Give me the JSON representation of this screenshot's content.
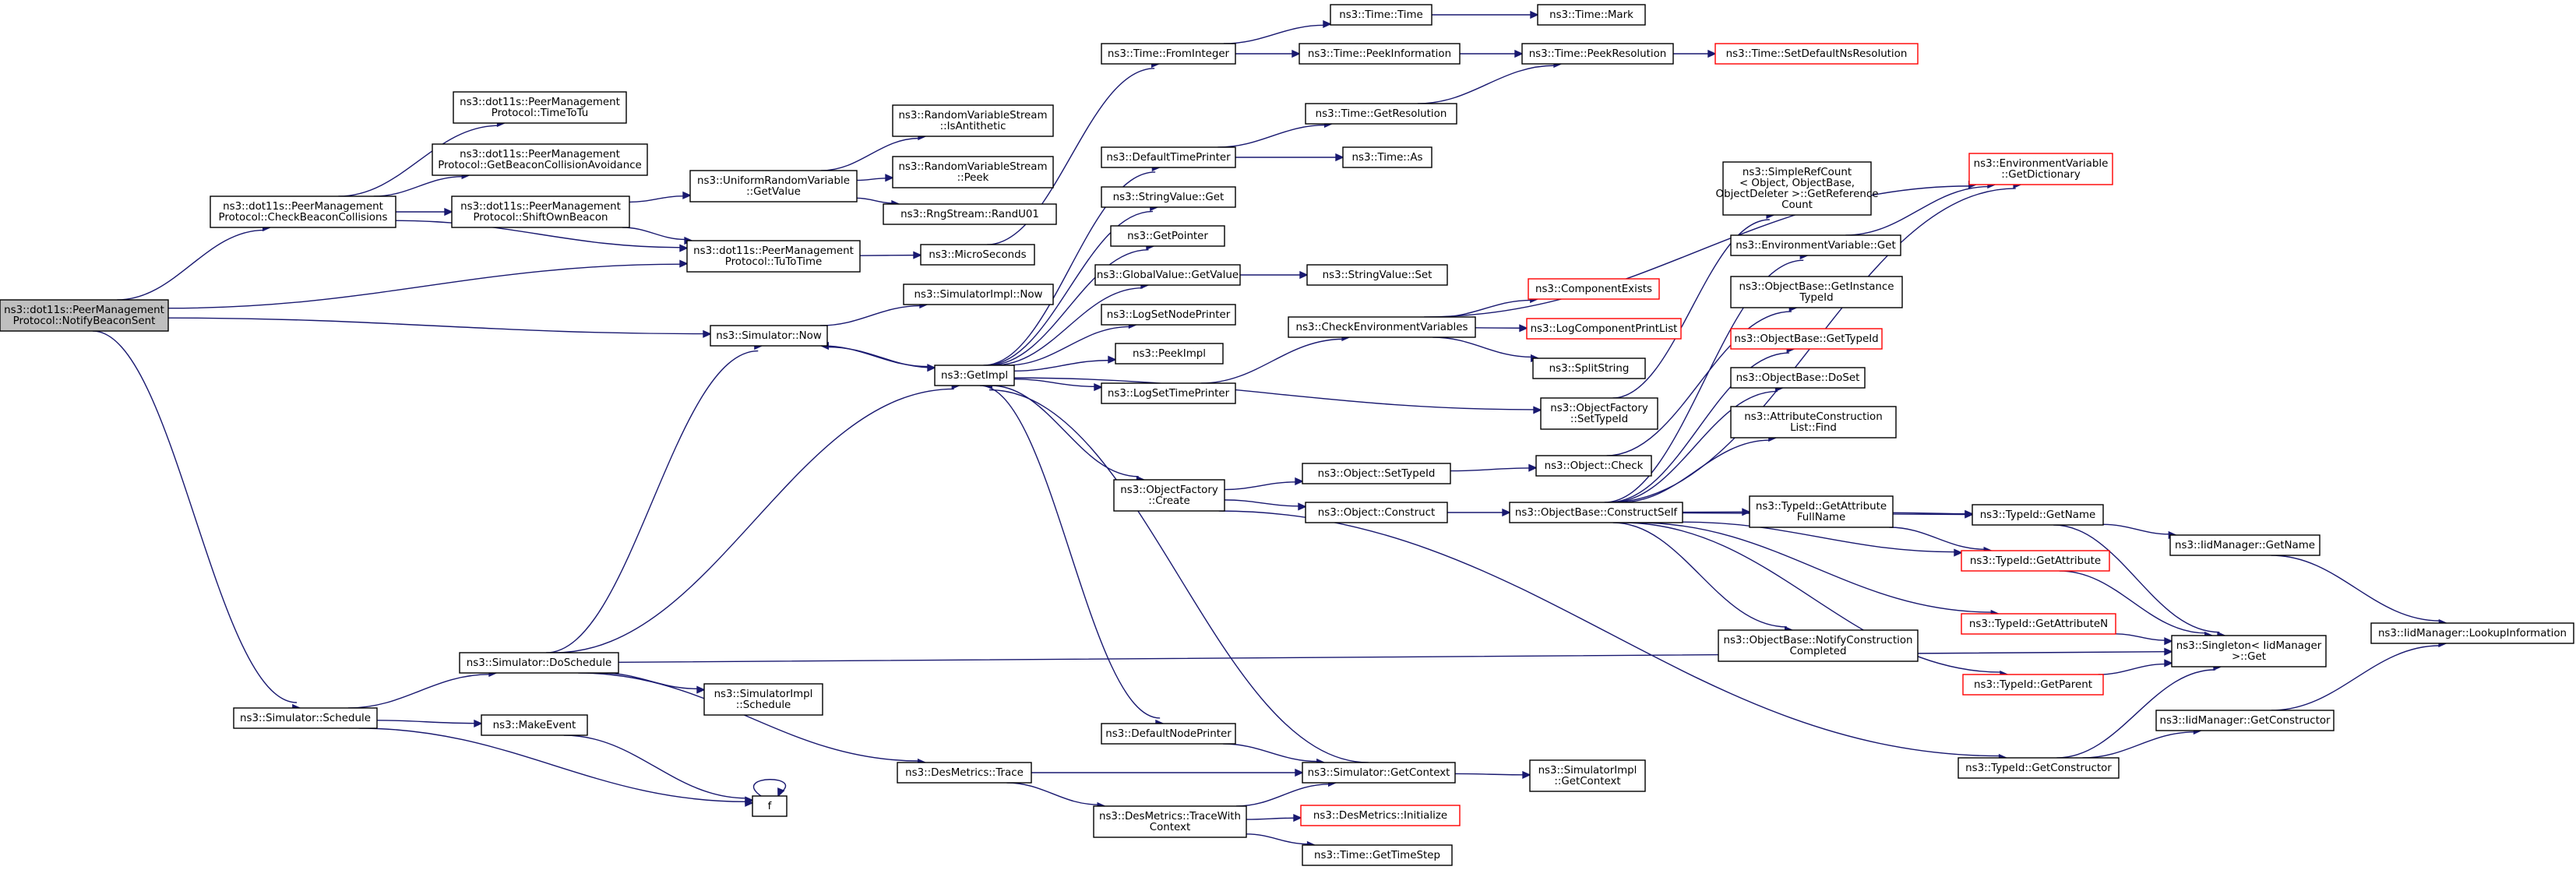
{
  "colors": {
    "node_border": "#000000",
    "node_fill": "#ffffff",
    "root_fill": "#bfbfbf",
    "truncated_border": "#ff0000",
    "edge": "#191970"
  },
  "nodes": [
    {
      "id": "root",
      "lines": [
        "ns3::dot11s::PeerManagement",
        "Protocol::NotifyBeaconSent"
      ],
      "root": true
    },
    {
      "id": "cbc",
      "lines": [
        "ns3::dot11s::PeerManagement",
        "Protocol::CheckBeaconCollisions"
      ]
    },
    {
      "id": "tottu",
      "lines": [
        "ns3::dot11s::PeerManagement",
        "Protocol::TimeToTu"
      ]
    },
    {
      "id": "gbca",
      "lines": [
        "ns3::dot11s::PeerManagement",
        "Protocol::GetBeaconCollisionAvoidance"
      ]
    },
    {
      "id": "sob",
      "lines": [
        "ns3::dot11s::PeerManagement",
        "Protocol::ShiftOwnBeacon"
      ]
    },
    {
      "id": "tutotime",
      "lines": [
        "ns3::dot11s::PeerManagement",
        "Protocol::TuToTime"
      ]
    },
    {
      "id": "urvgv",
      "lines": [
        "ns3::UniformRandomVariable",
        "::GetValue"
      ]
    },
    {
      "id": "isanti",
      "lines": [
        "ns3::RandomVariableStream",
        "::IsAntithetic"
      ]
    },
    {
      "id": "peek",
      "lines": [
        "ns3::RandomVariableStream",
        "::Peek"
      ]
    },
    {
      "id": "randu01",
      "lines": [
        "ns3::RngStream::RandU01"
      ]
    },
    {
      "id": "micro",
      "lines": [
        "ns3::MicroSeconds"
      ]
    },
    {
      "id": "simnow",
      "lines": [
        "ns3::Simulator::Now"
      ]
    },
    {
      "id": "siminow",
      "lines": [
        "ns3::SimulatorImpl::Now"
      ]
    },
    {
      "id": "getimpl",
      "lines": [
        "ns3::GetImpl"
      ]
    },
    {
      "id": "fromint",
      "lines": [
        "ns3::Time::FromInteger"
      ]
    },
    {
      "id": "timetime",
      "lines": [
        "ns3::Time::Time"
      ]
    },
    {
      "id": "timemark",
      "lines": [
        "ns3::Time::Mark"
      ]
    },
    {
      "id": "peekinfo",
      "lines": [
        "ns3::Time::PeekInformation"
      ]
    },
    {
      "id": "peekres",
      "lines": [
        "ns3::Time::PeekResolution"
      ]
    },
    {
      "id": "setdefres",
      "lines": [
        "ns3::Time::SetDefaultNsResolution"
      ],
      "truncated": true
    },
    {
      "id": "getres",
      "lines": [
        "ns3::Time::GetResolution"
      ]
    },
    {
      "id": "deftp",
      "lines": [
        "ns3::DefaultTimePrinter"
      ]
    },
    {
      "id": "timeas",
      "lines": [
        "ns3::Time::As"
      ]
    },
    {
      "id": "svget",
      "lines": [
        "ns3::StringValue::Get"
      ]
    },
    {
      "id": "getptr",
      "lines": [
        "ns3::GetPointer"
      ]
    },
    {
      "id": "gvgv",
      "lines": [
        "ns3::GlobalValue::GetValue"
      ]
    },
    {
      "id": "svset",
      "lines": [
        "ns3::StringValue::Set"
      ]
    },
    {
      "id": "lsnp",
      "lines": [
        "ns3::LogSetNodePrinter"
      ]
    },
    {
      "id": "peekimpl",
      "lines": [
        "ns3::PeekImpl"
      ]
    },
    {
      "id": "lstp",
      "lines": [
        "ns3::LogSetTimePrinter"
      ]
    },
    {
      "id": "cev",
      "lines": [
        "ns3::CheckEnvironmentVariables"
      ]
    },
    {
      "id": "compex",
      "lines": [
        "ns3::ComponentExists"
      ],
      "truncated": true
    },
    {
      "id": "logcpl",
      "lines": [
        "ns3::LogComponentPrintList"
      ],
      "truncated": true
    },
    {
      "id": "splitstr",
      "lines": [
        "ns3::SplitString"
      ]
    },
    {
      "id": "envdict",
      "lines": [
        "ns3::EnvironmentVariable",
        "::GetDictionary"
      ],
      "truncated": true
    },
    {
      "id": "srcgrc",
      "lines": [
        "ns3::SimpleRefCount",
        "< Object, ObjectBase,",
        "ObjectDeleter >::GetReference",
        "Count"
      ]
    },
    {
      "id": "envget",
      "lines": [
        "ns3::EnvironmentVariable::Get"
      ]
    },
    {
      "id": "obgit",
      "lines": [
        "ns3::ObjectBase::GetInstance",
        "TypeId"
      ]
    },
    {
      "id": "obgti",
      "lines": [
        "ns3::ObjectBase::GetTypeId"
      ],
      "truncated": true
    },
    {
      "id": "obdoset",
      "lines": [
        "ns3::ObjectBase::DoSet"
      ]
    },
    {
      "id": "aclf",
      "lines": [
        "ns3::AttributeConstruction",
        "List::Find"
      ]
    },
    {
      "id": "ofsti",
      "lines": [
        "ns3::ObjectFactory",
        "::SetTypeId"
      ]
    },
    {
      "id": "objcheck",
      "lines": [
        "ns3::Object::Check"
      ]
    },
    {
      "id": "ofcreate",
      "lines": [
        "ns3::ObjectFactory",
        "::Create"
      ]
    },
    {
      "id": "objsti",
      "lines": [
        "ns3::Object::SetTypeId"
      ]
    },
    {
      "id": "objcons",
      "lines": [
        "ns3::Object::Construct"
      ]
    },
    {
      "id": "obcs",
      "lines": [
        "ns3::ObjectBase::ConstructSelf"
      ]
    },
    {
      "id": "tigafn",
      "lines": [
        "ns3::TypeId::GetAttribute",
        "FullName"
      ]
    },
    {
      "id": "tigetname",
      "lines": [
        "ns3::TypeId::GetName"
      ]
    },
    {
      "id": "iidgetname",
      "lines": [
        "ns3::IidManager::GetName"
      ]
    },
    {
      "id": "iidlookup",
      "lines": [
        "ns3::IidManager::LookupInformation"
      ]
    },
    {
      "id": "tigeta",
      "lines": [
        "ns3::TypeId::GetAttribute"
      ],
      "truncated": true
    },
    {
      "id": "tigetan",
      "lines": [
        "ns3::TypeId::GetAttributeN"
      ],
      "truncated": true
    },
    {
      "id": "singleton",
      "lines": [
        "ns3::Singleton< IidManager",
        ">::Get"
      ]
    },
    {
      "id": "obnc",
      "lines": [
        "ns3::ObjectBase::NotifyConstruction",
        "Completed"
      ]
    },
    {
      "id": "tigetparent",
      "lines": [
        "ns3::TypeId::GetParent"
      ],
      "truncated": true
    },
    {
      "id": "tigetcons",
      "lines": [
        "ns3::TypeId::GetConstructor"
      ]
    },
    {
      "id": "iidgetcons",
      "lines": [
        "ns3::IidManager::GetConstructor"
      ]
    },
    {
      "id": "simds",
      "lines": [
        "ns3::Simulator::DoSchedule"
      ]
    },
    {
      "id": "simisched",
      "lines": [
        "ns3::SimulatorImpl",
        "::Schedule"
      ]
    },
    {
      "id": "simsched",
      "lines": [
        "ns3::Simulator::Schedule"
      ]
    },
    {
      "id": "makeevent",
      "lines": [
        "ns3::MakeEvent"
      ]
    },
    {
      "id": "f",
      "lines": [
        "f"
      ]
    },
    {
      "id": "dnp",
      "lines": [
        "ns3::DefaultNodePrinter"
      ]
    },
    {
      "id": "simgc",
      "lines": [
        "ns3::Simulator::GetContext"
      ]
    },
    {
      "id": "simigc",
      "lines": [
        "ns3::SimulatorImpl",
        "::GetContext"
      ]
    },
    {
      "id": "dmtrace",
      "lines": [
        "ns3::DesMetrics::Trace"
      ]
    },
    {
      "id": "dmtwc",
      "lines": [
        "ns3::DesMetrics::TraceWith",
        "Context"
      ]
    },
    {
      "id": "dminit",
      "lines": [
        "ns3::DesMetrics::Initialize"
      ],
      "truncated": true
    },
    {
      "id": "timegts",
      "lines": [
        "ns3::Time::GetTimeStep"
      ]
    }
  ]
}
